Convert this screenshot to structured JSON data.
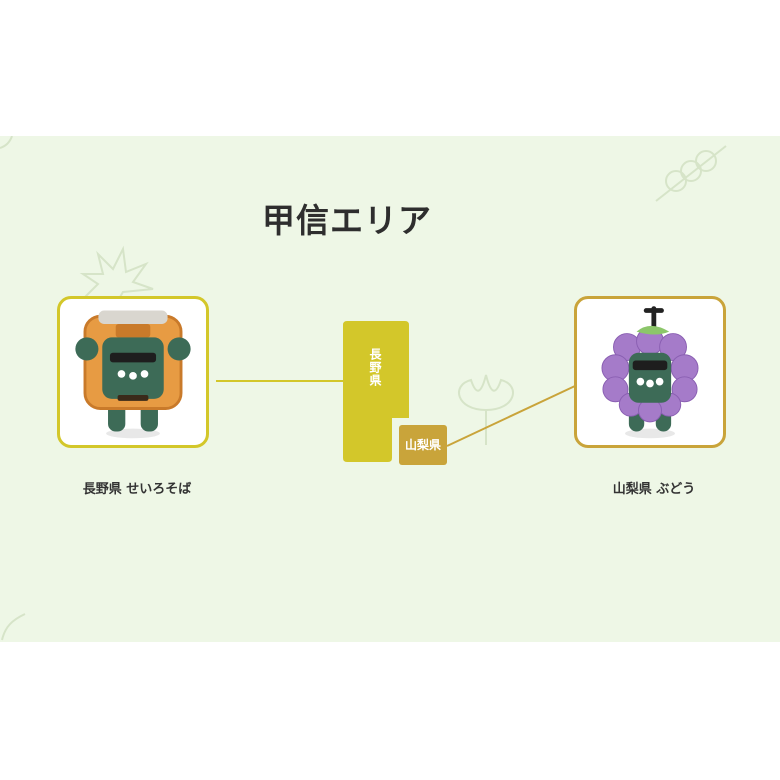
{
  "section": {
    "title": "甲信エリア"
  },
  "map": {
    "nagano_label": "長野県",
    "yamanashi_label": "山梨県",
    "nagano_color": "#d3c72a",
    "yamanashi_color": "#c9a43a"
  },
  "items": [
    {
      "caption": "長野県 せいろそば",
      "icon": "plush-soba-steamer-image"
    },
    {
      "caption": "山梨県 ぶどう",
      "icon": "plush-grape-image"
    }
  ]
}
